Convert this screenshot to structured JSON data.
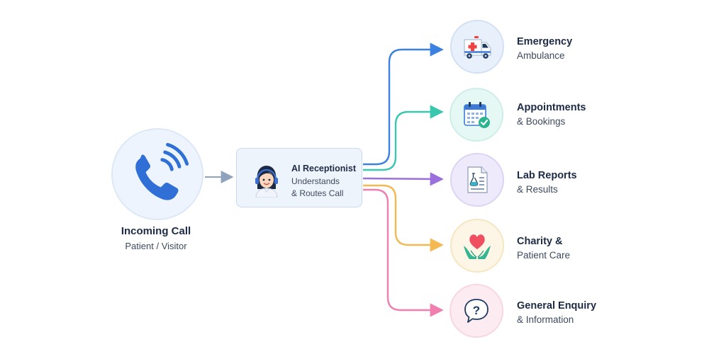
{
  "source": {
    "title": "Incoming Call",
    "subtitle": "Patient / Visitor",
    "icon": "phone-icon",
    "color": "#2f6fd6"
  },
  "agent": {
    "title": "AI Receptionist",
    "line1": "Understands",
    "line2": "& Routes Call",
    "icon": "receptionist-avatar-icon"
  },
  "destinations": [
    {
      "title": "Emergency",
      "subtitle": "Ambulance",
      "icon": "ambulance-icon",
      "color": "#3b82e0"
    },
    {
      "title": "Appointments",
      "subtitle": "& Bookings",
      "icon": "calendar-check-icon",
      "color": "#39c7b0"
    },
    {
      "title": "Lab Reports",
      "subtitle": "& Results",
      "icon": "lab-report-icon",
      "color": "#9b6fdc"
    },
    {
      "title": "Charity &",
      "subtitle": "Patient Care",
      "icon": "heart-hands-icon",
      "color": "#f5b954"
    },
    {
      "title": "General Enquiry",
      "subtitle": "& Information",
      "icon": "question-bubble-icon",
      "color": "#f07fb0"
    }
  ]
}
